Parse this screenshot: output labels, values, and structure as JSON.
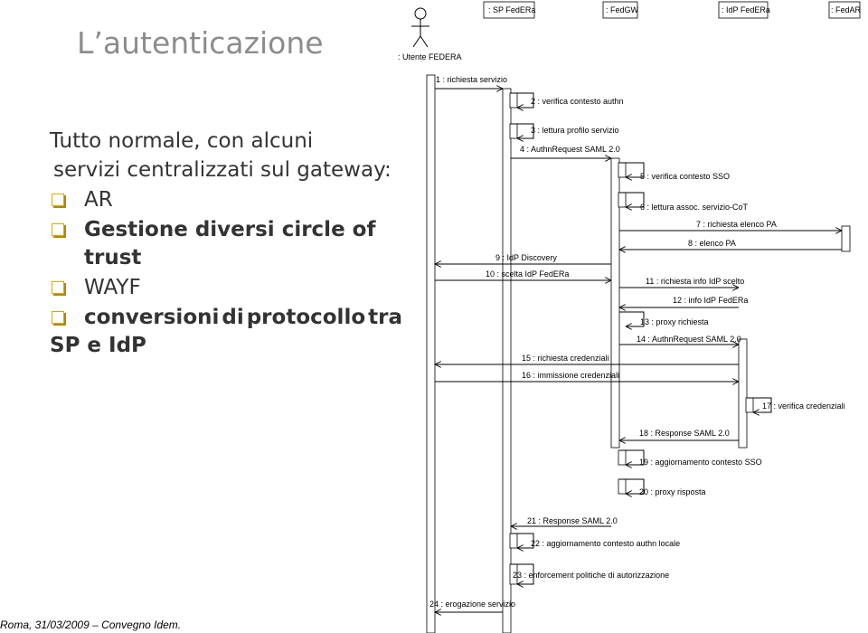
{
  "slide": {
    "title": "L’autenticazione",
    "intro_line1": "Tutto  normale, con alcuni",
    "intro_line2": "servizi centralizzati sul gateway:",
    "bullets": [
      {
        "text": "AR",
        "bold": false
      },
      {
        "text": "Gestione diversi circle of trust",
        "bold": true
      },
      {
        "text": "WAYF",
        "bold": false
      },
      {
        "text_words": [
          "conversioni",
          "di",
          "protocollo",
          "tra"
        ],
        "cont": "SP e IdP",
        "bold": true
      }
    ],
    "footer": "Roma, 31/03/2009 – Convegno Idem."
  },
  "diagram": {
    "actor": {
      "label": ": Utente FEDERA"
    },
    "participants": [
      {
        "id": "sp",
        "label": ": SP FedERa"
      },
      {
        "id": "gw",
        "label": ": FedGW"
      },
      {
        "id": "idp",
        "label": ": IdP FedERa"
      },
      {
        "id": "ar",
        "label": ": FedAR"
      }
    ],
    "messages": [
      "1 : richiesta servizio",
      "2 : verifica contesto authn",
      "3 : lettura profilo servizio",
      "4 : AuthnRequest SAML 2.0",
      "5 : verifica contesto SSO",
      "6 : lettura assoc. servizio-CoT",
      "7 : richiesta elenco PA",
      "8 : elenco PA",
      "9 : IdP Discovery",
      "10 : scelta IdP FedERa",
      "11 : richiesta info IdP scelto",
      "12 : info IdP FedERa",
      "13 : proxy richiesta",
      "14 : AuthnRequest SAML 2.0",
      "15 : richiesta credenziali",
      "16 : immissione credenziali",
      "17 : verifica credenziali",
      "18 : Response SAML 2.0",
      "19 : aggiornamento contesto SSO",
      "20 : proxy risposta",
      "21 : Response SAML 2.0",
      "22 : aggiornamento contesto authn locale",
      "23 : enforcement politiche di autorizzazione",
      "24 : erogazione servizio"
    ]
  }
}
